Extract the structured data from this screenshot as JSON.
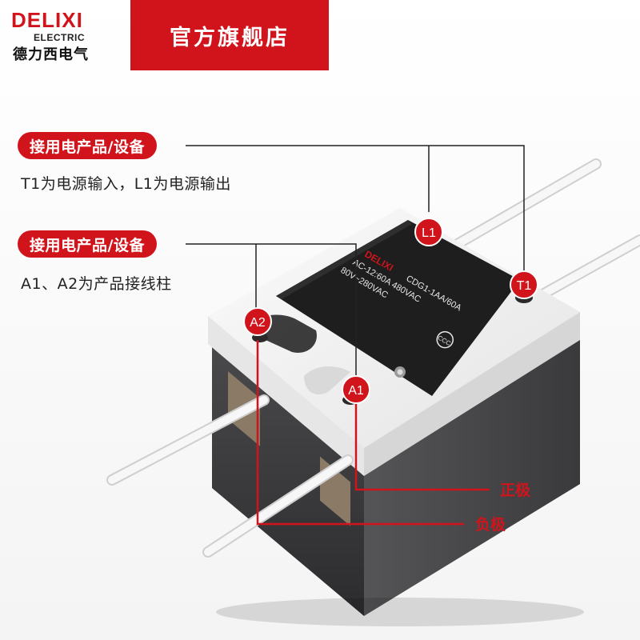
{
  "brand": {
    "name": "DELIXI",
    "sub": "ELECTRIC",
    "cn": "德力西电气"
  },
  "store_label": "官方旗舰店",
  "callouts": [
    {
      "tag": "接用电产品/设备",
      "note": "T1为电源输入，L1为电源输出"
    },
    {
      "tag": "接用电产品/设备",
      "note": "A1、A2为产品接线柱"
    }
  ],
  "terminals": {
    "l1": "L1",
    "t1": "T1",
    "a1": "A1",
    "a2": "A2"
  },
  "poles": {
    "positive": "正极",
    "negative": "负极"
  },
  "relay_label": {
    "brand": "DELIXI",
    "line1": "CDG1-1AA/60A",
    "line2": "AC-12:60A 480VAC",
    "line3": "80V~280VAC",
    "mark": "CCC"
  },
  "colors": {
    "accent": "#d1141b",
    "case_dark": "#3b3b3d",
    "case_light": "#efefef",
    "label_plate": "#1e1e1e"
  }
}
